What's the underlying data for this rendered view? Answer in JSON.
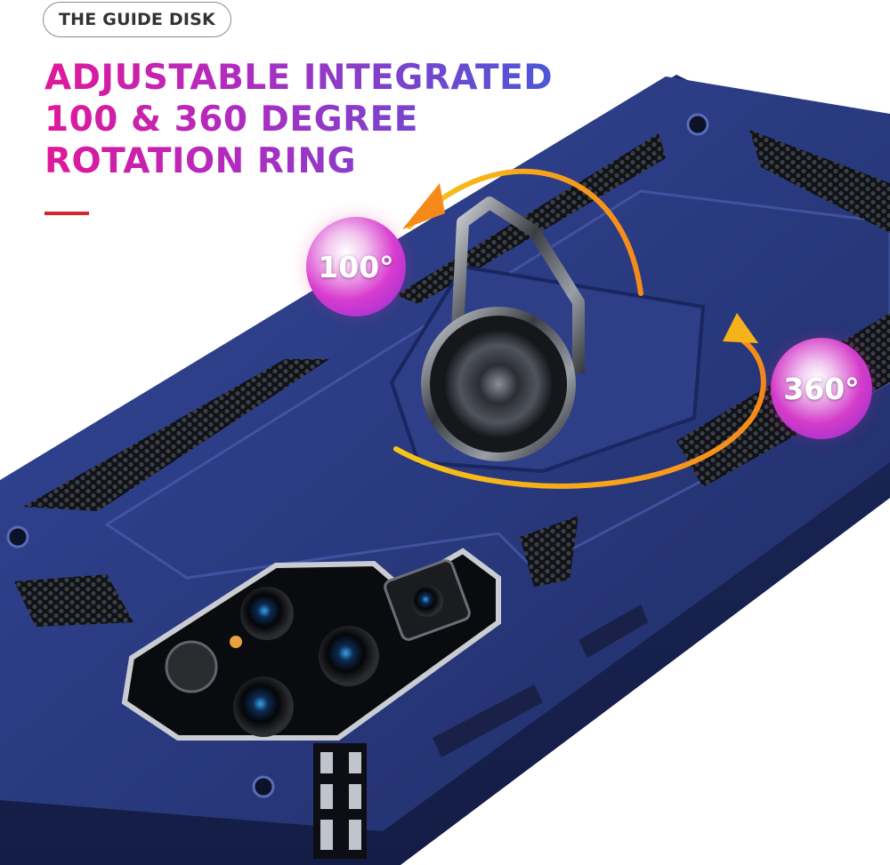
{
  "tag_label": "THE GUIDE DISK",
  "headline": {
    "line1": "ADJUSTABLE INTEGRATED",
    "line2": "100 & 360 DEGREE",
    "line3": "ROTATION RING"
  },
  "badges": {
    "left": "100°",
    "right": "360°"
  },
  "colors": {
    "case_blue": "#2a3a7c",
    "headline_start": "#e0189a",
    "headline_end": "#4a58d8",
    "accent_red": "#d8262e",
    "arrow_orange": "#f5a623"
  }
}
